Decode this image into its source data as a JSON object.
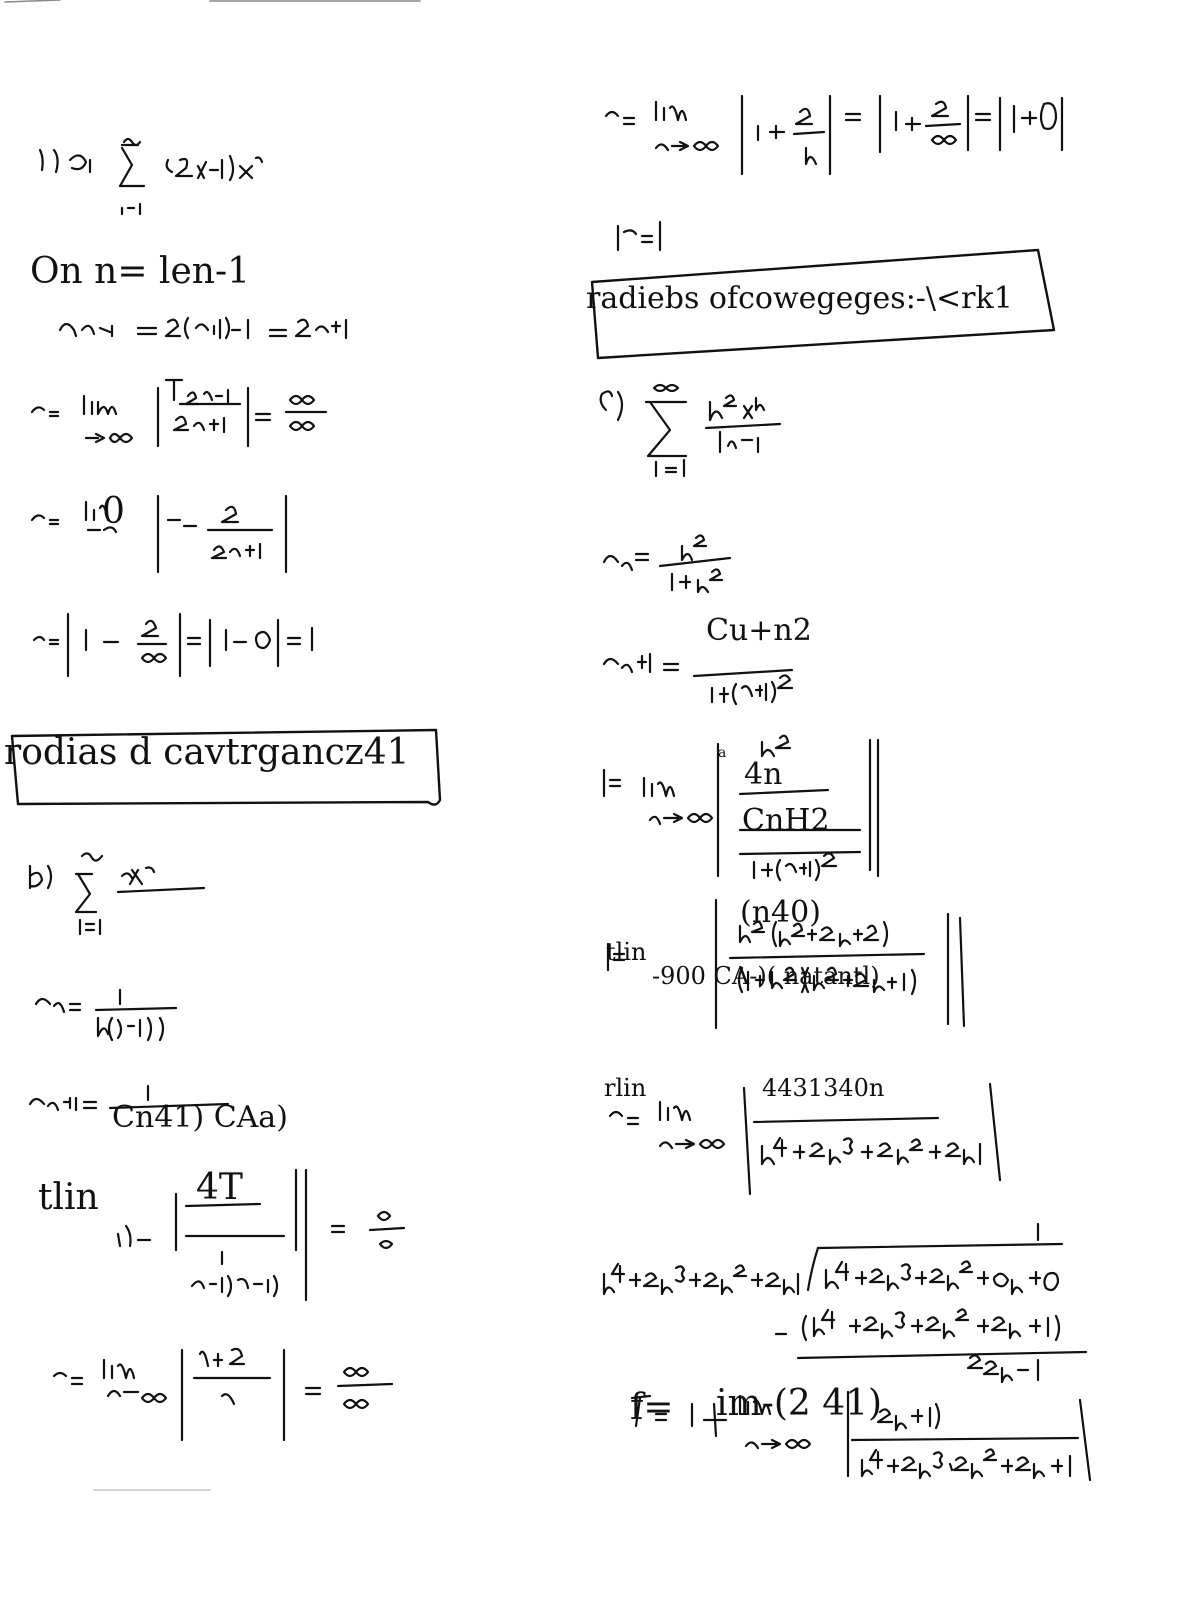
{
  "page": {
    "background": "#ffffff",
    "ink": "#111111"
  },
  "left_column": {
    "on_line": "On n= len-1",
    "zero_sub": "0",
    "radius_box_text": "rodias d cavtrgancz41",
    "an1_result": "Cn41) CAa)",
    "limit_label": "tlin",
    "frac_top": "4T"
  },
  "right_column": {
    "radius_box_text": "radiebs ofcowegeges:-\\<rk1",
    "an1_numerator": "Cu+n2",
    "frac_4n": "4n",
    "frac_cnh2": "CnH2",
    "small_a": "a",
    "n40": "(n40)",
    "tlin": "tlin",
    "long_den": "-900 CA-)( natantl)",
    "rlin": "rlin",
    "poly_num": "4431340n",
    "final_r": "f=",
    "final_im": "im-(2 41)"
  }
}
